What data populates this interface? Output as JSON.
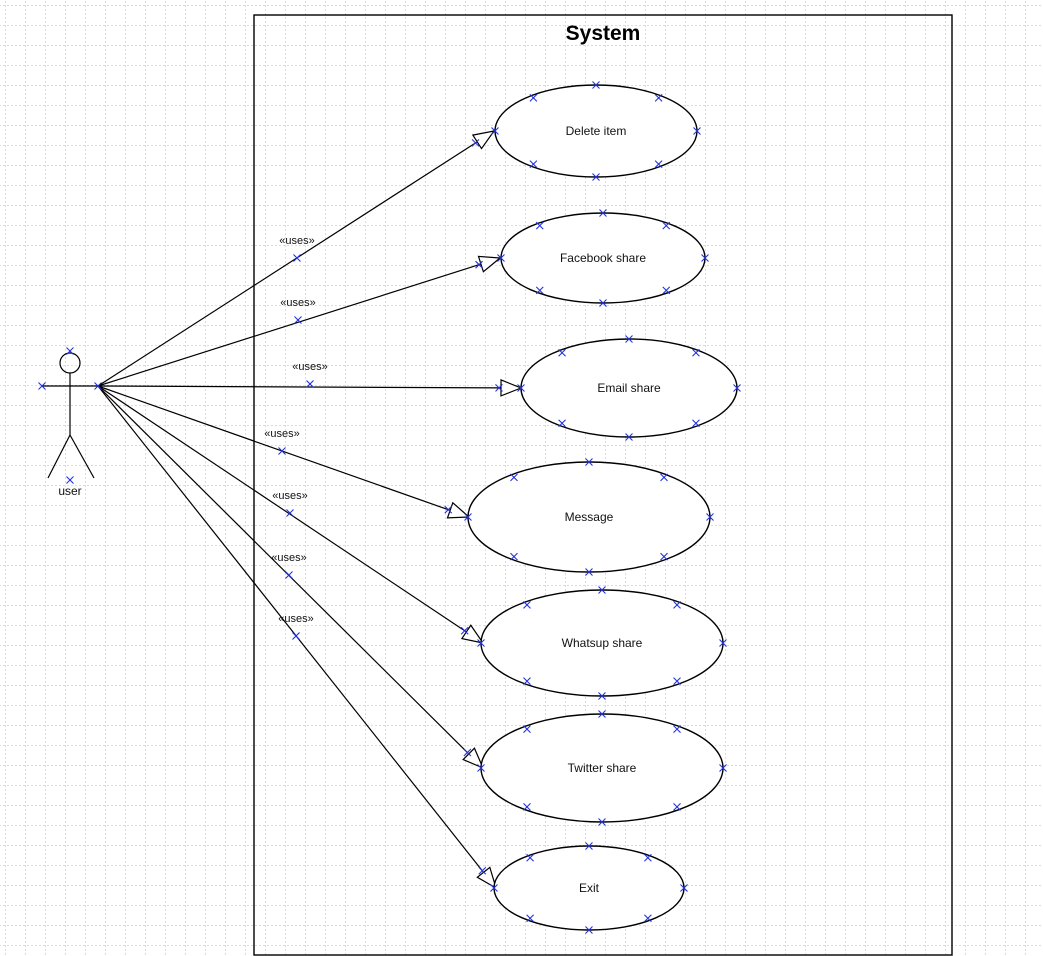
{
  "diagram": {
    "system_title": "System",
    "actor": {
      "label": "user"
    },
    "stereotype": "«uses»",
    "use_cases": [
      {
        "id": "delete",
        "label": "Delete item"
      },
      {
        "id": "facebook",
        "label": "Facebook share"
      },
      {
        "id": "email",
        "label": "Email share"
      },
      {
        "id": "message",
        "label": "Message"
      },
      {
        "id": "whatsup",
        "label": "Whatsup share"
      },
      {
        "id": "twitter",
        "label": "Twitter share"
      },
      {
        "id": "exit",
        "label": "Exit"
      }
    ]
  },
  "colors": {
    "grid": "#b9b9b9",
    "line": "#000000",
    "handle": "#2233dd",
    "background": "#ffffff"
  }
}
